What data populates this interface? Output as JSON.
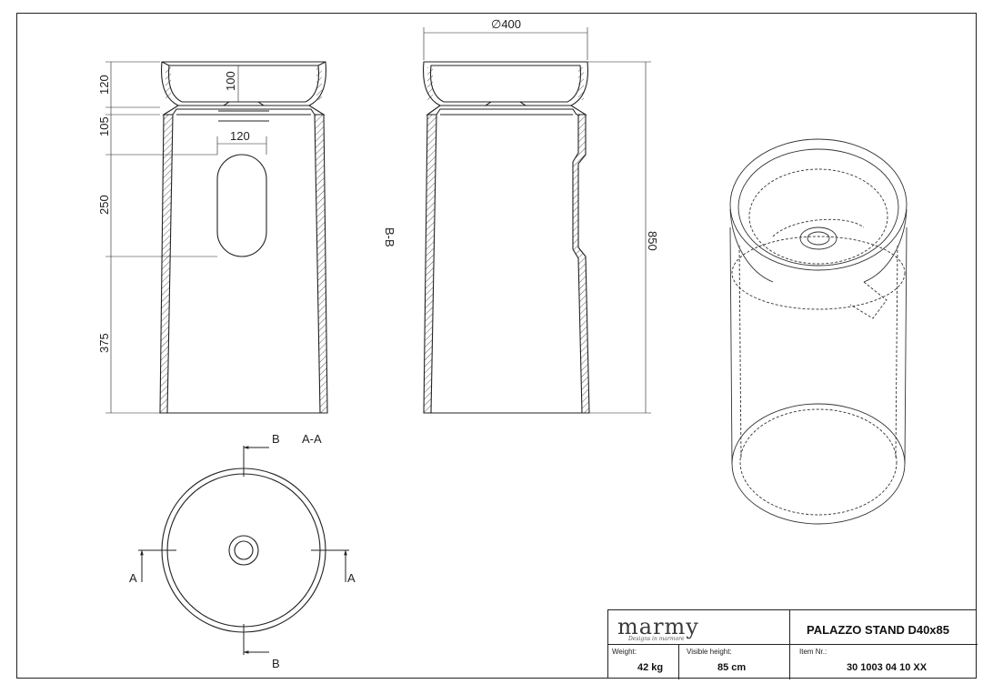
{
  "dimensions": {
    "d120_top": "120",
    "d100": "100",
    "d105": "105",
    "d120_slot": "120",
    "d250": "250",
    "d375": "375",
    "diam400": "∅400",
    "d850": "850"
  },
  "sections": {
    "bb": "B-B",
    "aa": "A-A",
    "a_left": "A",
    "a_right": "A",
    "b_top": "B",
    "b_bottom": "B"
  },
  "title_block": {
    "brand": "marmy",
    "tagline": "Designs in marmore",
    "product": "PALAZZO STAND D40x85",
    "weight_label": "Weight:",
    "weight_value": "42 kg",
    "height_label": "Visible height:",
    "height_value": "85 cm",
    "item_label": "Item Nr.:",
    "item_value": "30 1003 04 10 XX"
  },
  "colors": {
    "line": "#222222",
    "background": "#ffffff"
  }
}
